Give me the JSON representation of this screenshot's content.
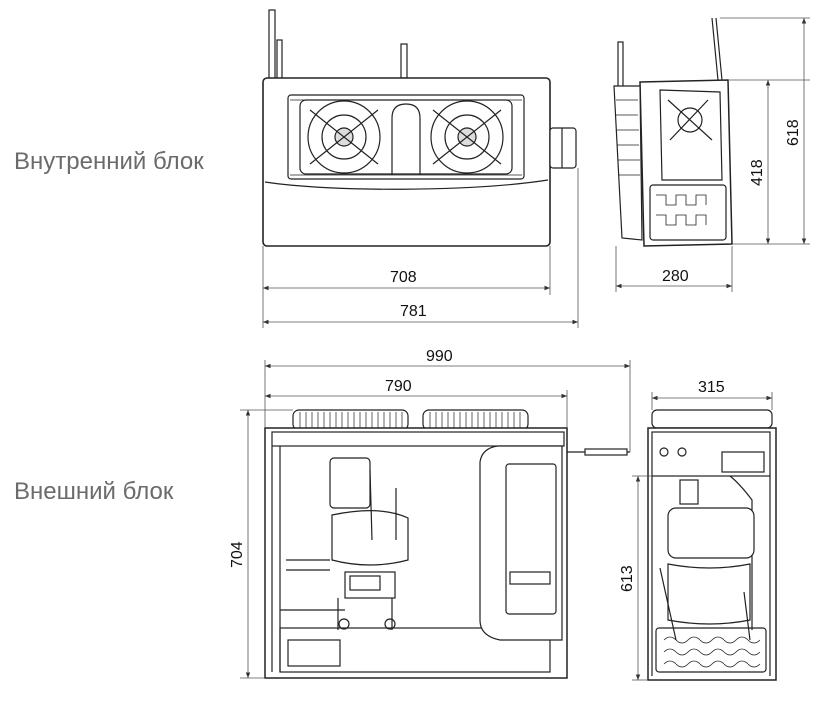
{
  "labels": {
    "indoor_unit": "Внутренний блок",
    "outdoor_unit": "Внешний блок"
  },
  "dimensions": {
    "indoor_width_inner": "708",
    "indoor_width_outer": "781",
    "indoor_depth": "280",
    "indoor_height_body": "418",
    "indoor_height_total": "618",
    "outdoor_width_total": "990",
    "outdoor_width_body": "790",
    "outdoor_depth": "315",
    "outdoor_height_total": "704",
    "outdoor_height_side": "613"
  }
}
